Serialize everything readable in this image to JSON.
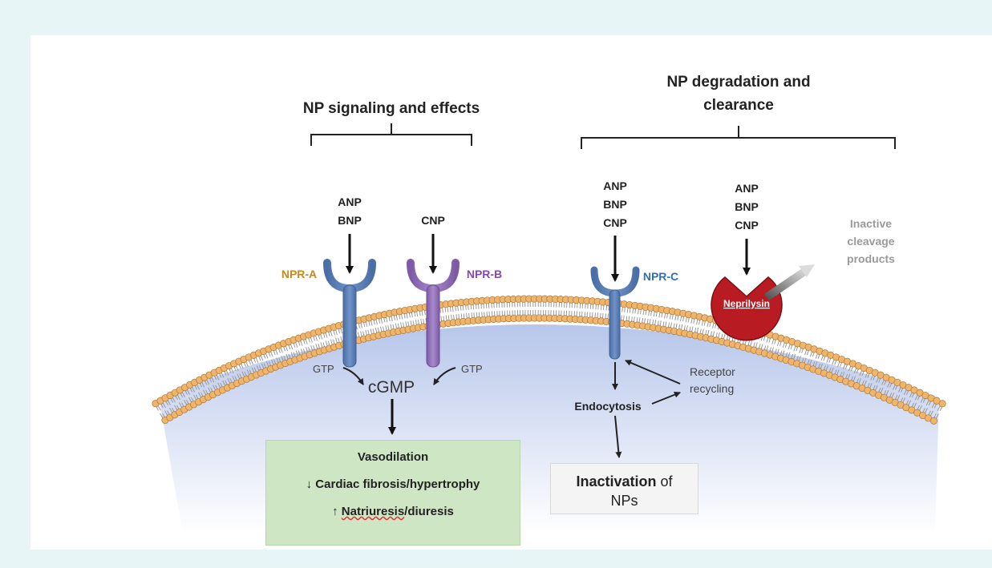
{
  "headers": {
    "signaling": "NP signaling and effects",
    "degradation_line1": "NP degradation and",
    "degradation_line2": "clearance"
  },
  "ligands": {
    "npr_a": [
      "ANP",
      "BNP"
    ],
    "npr_b": [
      "CNP"
    ],
    "npr_c": [
      "ANP",
      "BNP",
      "CNP"
    ],
    "neprilysin": [
      "ANP",
      "BNP",
      "CNP"
    ]
  },
  "receptors": {
    "npr_a": "NPR-A",
    "npr_b": "NPR-B",
    "npr_c": "NPR-C",
    "neprilysin": "Neprilysin"
  },
  "cleavage_products": [
    "Inactive",
    "cleavage",
    "products"
  ],
  "signaling": {
    "gtp_left": "GTP",
    "gtp_right": "GTP",
    "cgmp": "cGMP"
  },
  "clearance": {
    "endocytosis": "Endocytosis",
    "recycling_line1": "Receptor",
    "recycling_line2": "recycling"
  },
  "effects": {
    "vasodilation": "Vasodilation",
    "fibrosis": "↓ Cardiac fibrosis/hypertrophy",
    "natriuresis_arrow": "↑",
    "natriuresis_word": "Natriuresis",
    "natriuresis_rest": "/diuresis"
  },
  "inactivation": {
    "bold": "Inactivation",
    "rest1": " of",
    "rest2": "NPs"
  },
  "colors": {
    "npr_a_label": "#c58a1e",
    "npr_b_label": "#8548b0",
    "npr_c_label": "#2f6fb5",
    "receptor_blue": "#5a7fb5",
    "receptor_purple": "#8f6bb5",
    "neprilysin": "#b81c22",
    "lipid_head": "#f0b46a",
    "cytoplasm": "#b9c9ec",
    "effects_box": "#cfe6c5"
  }
}
